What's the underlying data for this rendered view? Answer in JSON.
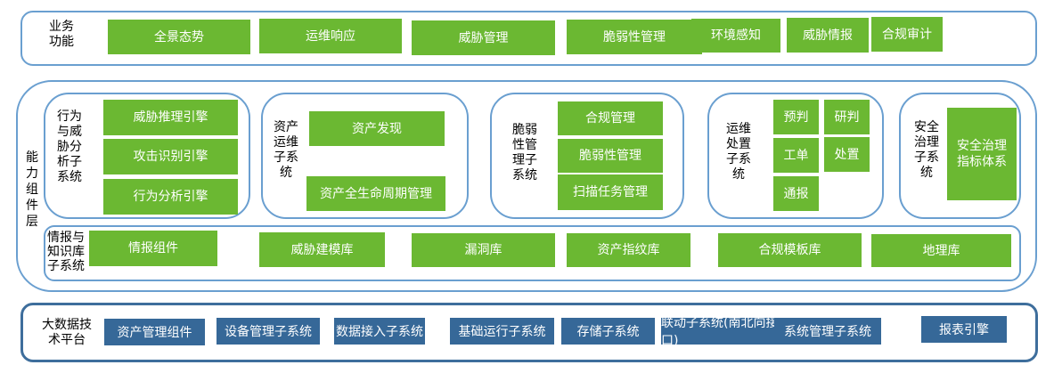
{
  "business": {
    "label": "业务功能",
    "items": [
      "全景态势",
      "运维响应",
      "威胁管理",
      "脆弱性管理",
      "环境感知",
      "威胁情报",
      "合规审计"
    ]
  },
  "capability": {
    "label": "能力组件层",
    "behavior": {
      "label": "行为与威胁分析子系统",
      "items": [
        "威胁推理引擎",
        "攻击识别引擎",
        "行为分析引擎"
      ]
    },
    "asset": {
      "label": "资产运维子系统",
      "items": [
        "资产发现",
        "资产全生命周期管理"
      ]
    },
    "vuln": {
      "label": "脆弱性管理子系统",
      "items": [
        "合规管理",
        "脆弱性管理",
        "扫描任务管理"
      ]
    },
    "ops": {
      "label": "运维处置子系统",
      "items": [
        "预判",
        "研判",
        "工单",
        "处置",
        "通报"
      ]
    },
    "security": {
      "label": "安全治理子系统",
      "items": [
        "安全治理指标体系"
      ]
    },
    "intel": {
      "label": "情报与知识库子系统",
      "items": [
        "情报组件",
        "威胁建模库",
        "漏洞库",
        "资产指纹库",
        "合规模板库",
        "地理库"
      ]
    }
  },
  "platform": {
    "label": "大数据技术平台",
    "items": [
      "资产管理组件",
      "设备管理子系统",
      "数据接入子系统",
      "基础运行子系统",
      "存储子系统",
      "联动子系统(南北向接口)",
      "系统管理子系统",
      "报表引擎"
    ]
  },
  "colors": {
    "green": "#6bb832",
    "blue": "#366898",
    "border": "#6a9fd0"
  }
}
